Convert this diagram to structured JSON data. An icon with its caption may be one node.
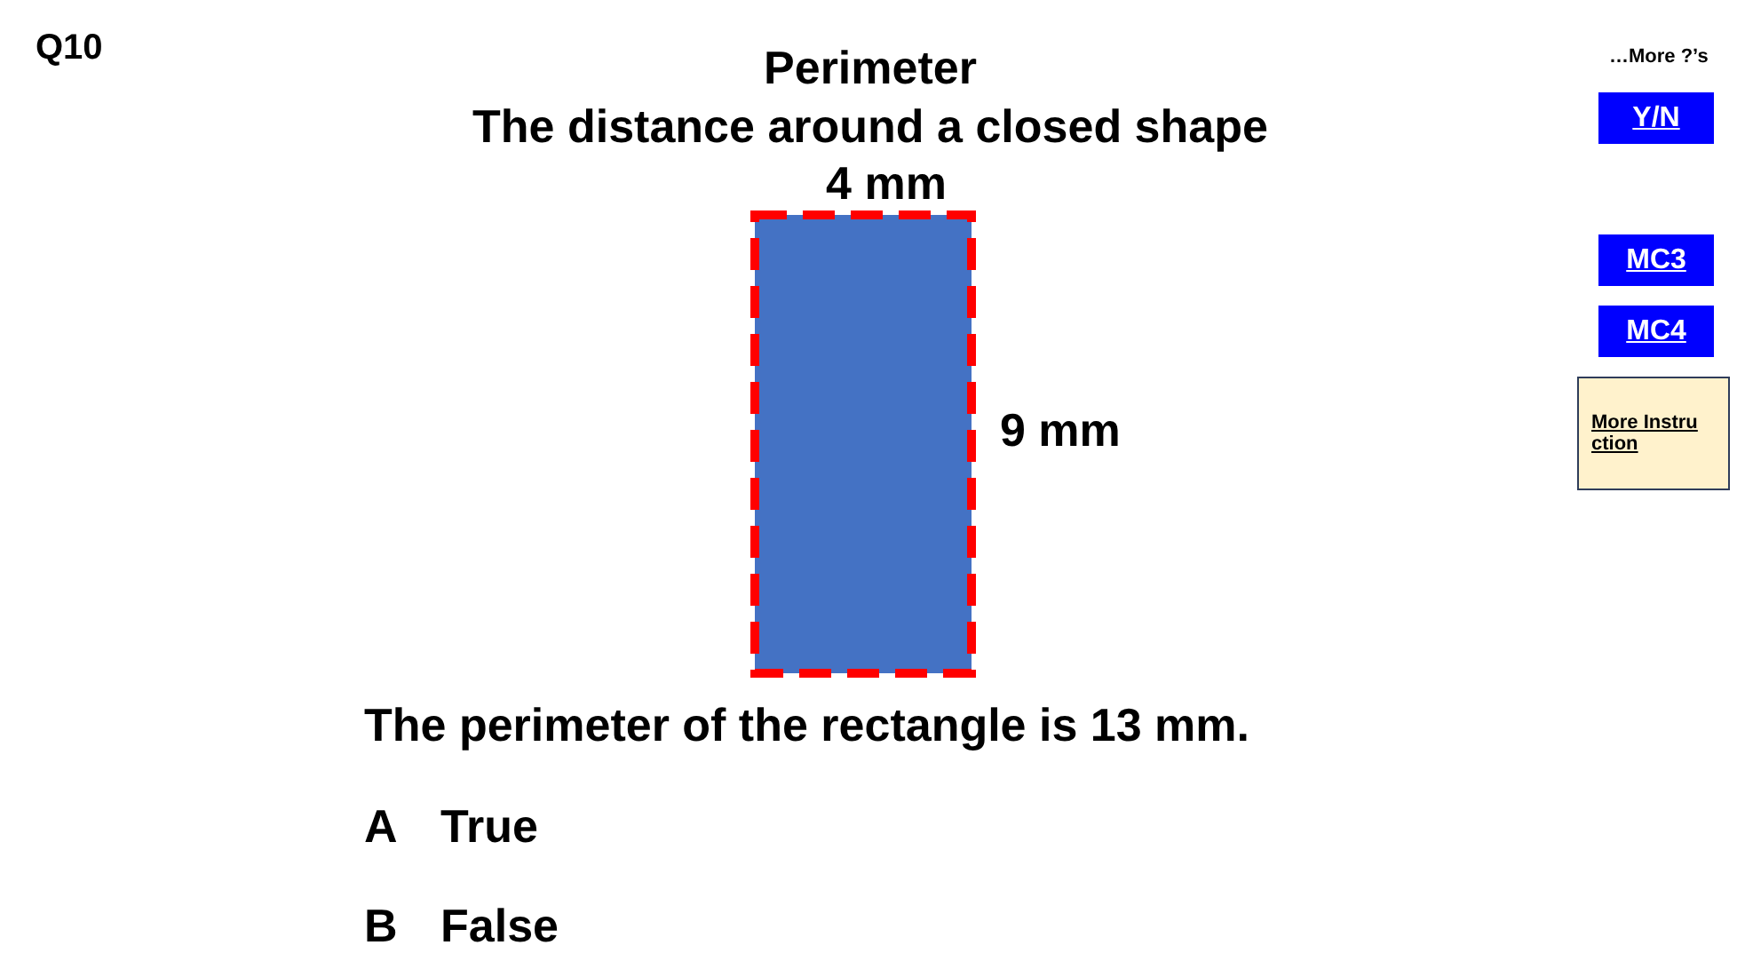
{
  "diagram": {
    "title": "Perimeter",
    "nodes": [
      {
        "text": [],
        "shape": "box"
      },
      {
        "text": [
          "Y/N"
        ]
      },
      {
        "text": [
          "MC3"
        ]
      },
      {
        "text": [
          "MC4"
        ]
      },
      {
        "text": [
          "More Instruction"
        ]
      }
    ],
    "edges": [],
    "labels": [
      "Q10",
      "The distance around a closed shape",
      "4 mm",
      "9 mm",
      "The perimeter of the rectangle is 13 mm.",
      "A",
      "True",
      "B",
      "False",
      "…More ?’s"
    ]
  }
}
